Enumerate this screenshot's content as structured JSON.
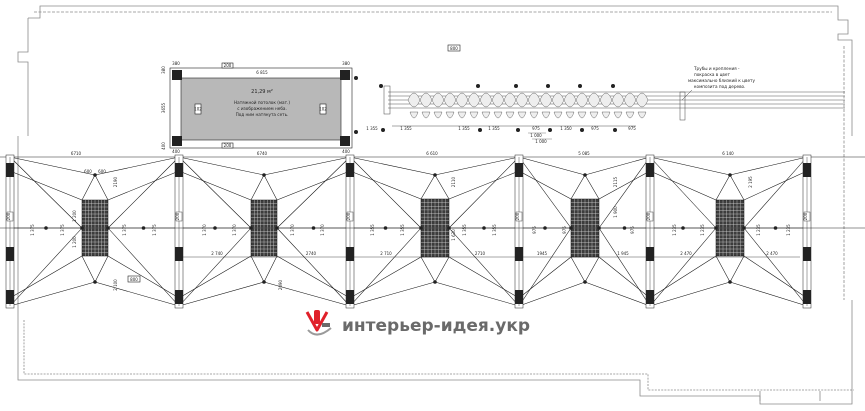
{
  "plan": {
    "room_labels": [
      "800",
      "800"
    ],
    "ceiling_panel": {
      "top_dims": [
        "380",
        "6 815",
        "380"
      ],
      "side_dims": [
        "380",
        "3655",
        "400"
      ],
      "bottom_dims": [
        "400",
        "400"
      ],
      "marker_top": "200",
      "marker_bottom": "200",
      "marker_left": "102",
      "marker_right": "102",
      "area": "21,29 м²",
      "note_lines": [
        "Натяжной потолок (мат.)",
        "с изображением неба.",
        "Под ним натянута сеть."
      ]
    },
    "pipes_note": [
      "Трубы и крепления -",
      "покраска в цвет",
      "максимально близкий к цвету",
      "композита под дерево."
    ],
    "pipes_dims": [
      "1 355",
      "1 355",
      "1 355",
      "1 355",
      "975",
      "1 350",
      "975",
      "975"
    ],
    "pipes_center_dims": [
      "1 000",
      "1 000"
    ],
    "bay_dims": [
      "6710",
      "6740",
      "6 610",
      "5 085",
      "6 140"
    ],
    "mid_dims": [
      "1 375",
      "1 375",
      "1 375",
      "1 375",
      "1 370",
      "1 370",
      "1 370",
      "1 370",
      "1 355",
      "1 355",
      "1 355",
      "1 355",
      "975",
      "975",
      "975",
      "1 235",
      "1 235",
      "1 235",
      "1 235"
    ],
    "lower_dims": [
      "2 740",
      "2740",
      "2 710",
      "2710",
      "1945",
      "1 945",
      "2 470",
      "2 470"
    ],
    "grid_dims": [
      "600",
      "600",
      "1 200",
      "1 200"
    ],
    "column_label": "200",
    "vertical_dims": [
      "2190",
      "2 100",
      "2090",
      "2110",
      "2115",
      "2 195",
      "1 630",
      "1 900"
    ]
  },
  "logo": {
    "text": "интерьер-идея.укр",
    "icon": "logo-chair-icon"
  },
  "colors": {
    "line": "#222222",
    "wall": "#9a9a9a",
    "logo_red": "#e0202a",
    "logo_gray": "#6a6a6a",
    "panel_fill": "#b8b8b8"
  }
}
